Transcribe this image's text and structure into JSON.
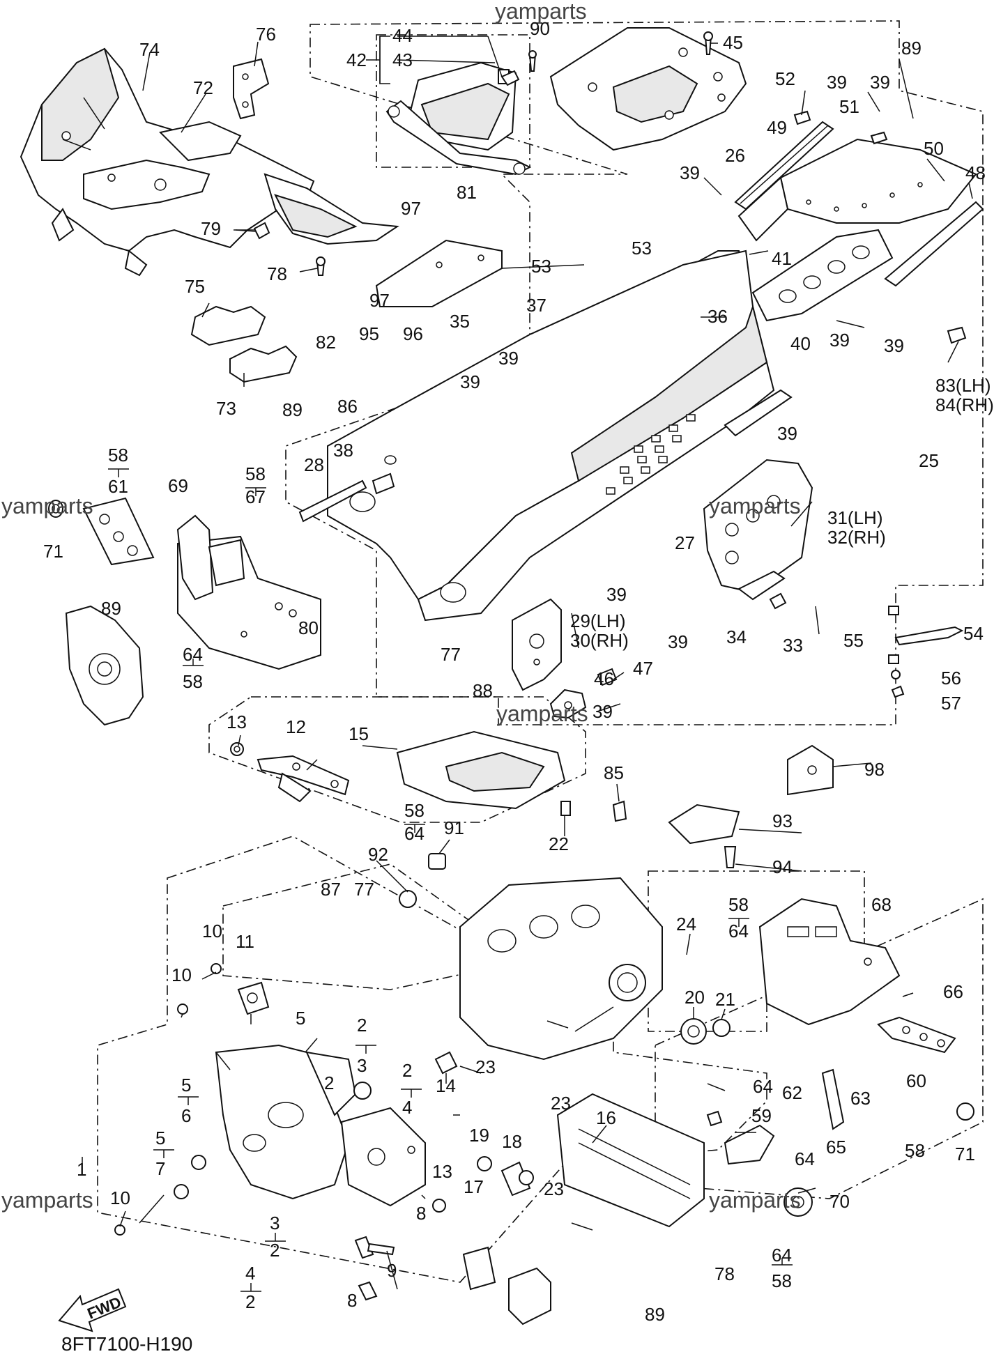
{
  "diagram_code": "8FT7100-H190",
  "watermark": "yamparts",
  "fwd_label": "FWD",
  "labels": {
    "l1": "1",
    "l2a": "2",
    "l2b": "2",
    "l2c": "2",
    "l2d": "2",
    "l2e": "2",
    "l3a": "3",
    "l3b": "3",
    "l4a": "4",
    "l4b": "4",
    "l5a": "5",
    "l5b": "5",
    "l5c": "5",
    "l6": "6",
    "l7": "7",
    "l8a": "8",
    "l8b": "8",
    "l9": "9",
    "l10a": "10",
    "l10b": "10",
    "l10c": "10",
    "l11": "11",
    "l12": "12",
    "l13a": "13",
    "l13b": "13",
    "l14": "14",
    "l15": "15",
    "l16": "16",
    "l17": "17",
    "l18": "18",
    "l19": "19",
    "l20": "20",
    "l21": "21",
    "l22": "22",
    "l23a": "23",
    "l23b": "23",
    "l23c": "23",
    "l24": "24",
    "l25": "25",
    "l26": "26",
    "l27": "27",
    "l28": "28",
    "l29": "29(LH)",
    "l30": "30(RH)",
    "l31": "31(LH)",
    "l32": "32(RH)",
    "l33": "33",
    "l34": "34",
    "l35": "35",
    "l36": "36",
    "l37": "37",
    "l38": "38",
    "l39a": "39",
    "l39b": "39",
    "l39c": "39",
    "l39d": "39",
    "l39e": "39",
    "l39f": "39",
    "l39g": "39",
    "l39h": "39",
    "l39i": "39",
    "l39j": "39",
    "l39k": "39",
    "l40": "40",
    "l41": "41",
    "l42": "42",
    "l43": "43",
    "l44": "44",
    "l45": "45",
    "l46": "46",
    "l47": "47",
    "l48": "48",
    "l49": "49",
    "l50": "50",
    "l51": "51",
    "l52": "52",
    "l53a": "53",
    "l53b": "53",
    "l54": "54",
    "l55": "55",
    "l56": "56",
    "l57": "57",
    "l58a": "58",
    "l58b": "58",
    "l58c": "58",
    "l58d": "58",
    "l58e": "58",
    "l58f": "58",
    "l58g": "58",
    "l59": "59",
    "l60": "60",
    "l61": "61",
    "l62": "62",
    "l63": "63",
    "l64a": "64",
    "l64b": "64",
    "l64c": "64",
    "l64d": "64",
    "l64e": "64",
    "l64f": "64",
    "l65": "65",
    "l66": "66",
    "l67": "67",
    "l68": "68",
    "l69": "69",
    "l70": "70",
    "l71a": "71",
    "l71b": "71",
    "l72": "72",
    "l73": "73",
    "l74": "74",
    "l75": "75",
    "l76": "76",
    "l77a": "77",
    "l77b": "77",
    "l78a": "78",
    "l78b": "78",
    "l79": "79",
    "l80": "80",
    "l81": "81",
    "l82": "82",
    "l83": "83(LH)",
    "l84": "84(RH)",
    "l85": "85",
    "l86": "86",
    "l87": "87",
    "l88": "88",
    "l89a": "89",
    "l89b": "89",
    "l89c": "89",
    "l89d": "89",
    "l90": "90",
    "l91": "91",
    "l92": "92",
    "l93": "93",
    "l94": "94",
    "l95": "95",
    "l96": "96",
    "l97a": "97",
    "l97b": "97",
    "l98": "98"
  }
}
